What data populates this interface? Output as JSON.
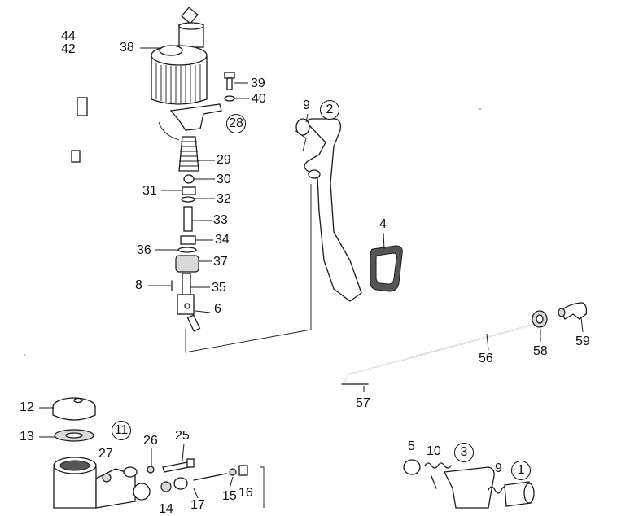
{
  "labels": {
    "l44": "44",
    "l42": "42",
    "l38": "38",
    "l39": "39",
    "l40": "40",
    "l28": "28",
    "l29": "29",
    "l30": "30",
    "l31": "31",
    "l32": "32",
    "l33": "33",
    "l34": "34",
    "l36": "36",
    "l37": "37",
    "l8": "8",
    "l35": "35",
    "l6": "6",
    "l9a": "9",
    "l2": "2",
    "l4": "4",
    "l56": "56",
    "l58": "58",
    "l59": "59",
    "l57": "57",
    "l12": "12",
    "l13": "13",
    "l11": "11",
    "l27": "27",
    "l26": "26",
    "l25": "25",
    "l15": "15",
    "l16": "16",
    "l17": "17",
    "l14": "14",
    "l5": "5",
    "l10": "10",
    "l3": "3",
    "l9b": "9",
    "l1": "1"
  }
}
